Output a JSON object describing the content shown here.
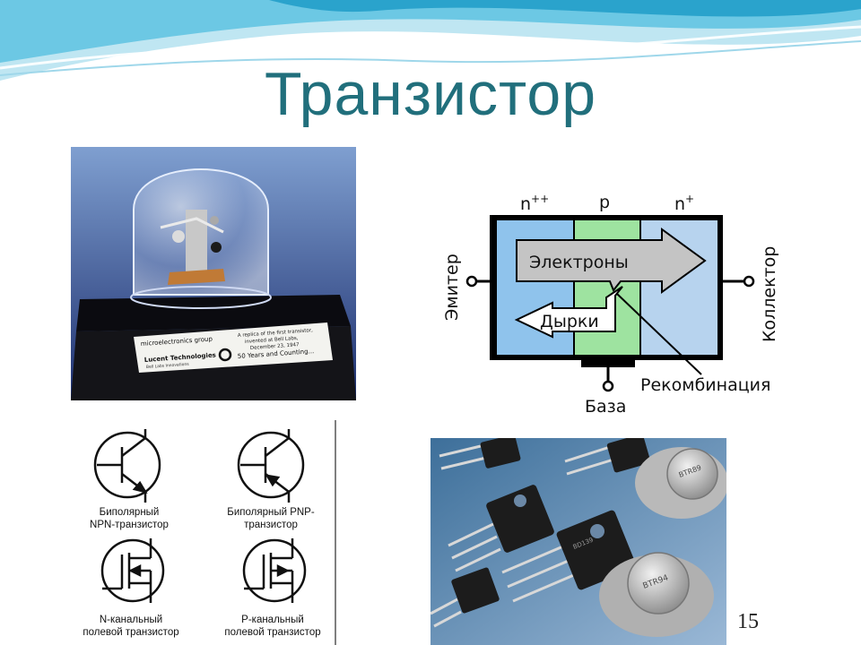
{
  "slide": {
    "title": "Транзистор",
    "page_number": "15",
    "colors": {
      "title": "#216f7c",
      "wave_light": "#bfe6f2",
      "wave_mid": "#6cc8e4",
      "wave_dark": "#2aa3cc"
    }
  },
  "replica_photo": {
    "plaque_line1": "microelectronics group",
    "plaque_line2": "A replica of the first transistor,",
    "plaque_line3": "invented at Bell Labs,",
    "plaque_line4": "December 23, 1947",
    "plaque_brand": "Lucent Technologies",
    "plaque_brand_sub": "Bell Labs Innovations",
    "plaque_motto": "50 Years and Counting..."
  },
  "diagram": {
    "region_n_plus_plus": "n",
    "region_n_plus_plus_sup": "++",
    "region_p": "p",
    "region_n_plus": "n",
    "region_n_plus_sup": "+",
    "electrons": "Электроны",
    "holes": "Дырки",
    "emitter": "Эмитер",
    "collector": "Коллектор",
    "base": "База",
    "recombination": "Рекомбинация",
    "colors": {
      "n_region": "#8fc3ec",
      "p_region": "#9ee3a0",
      "n_plus_region": "#b7d3ee",
      "arrow_fill": "#c4c4c4"
    }
  },
  "symbols": {
    "npn_caption": "Биполярный\nNPN-транзистор",
    "pnp_caption": "Биполярный PNP-\nтранзистор",
    "n_fet_caption": "N-канальный\nполевой транзистор",
    "p_fet_caption": "P-канальный\nполевой транзистор"
  },
  "parts_photo": {
    "marking_1": "BTR89",
    "marking_2": "BTR94",
    "marking_3": "BD139"
  }
}
